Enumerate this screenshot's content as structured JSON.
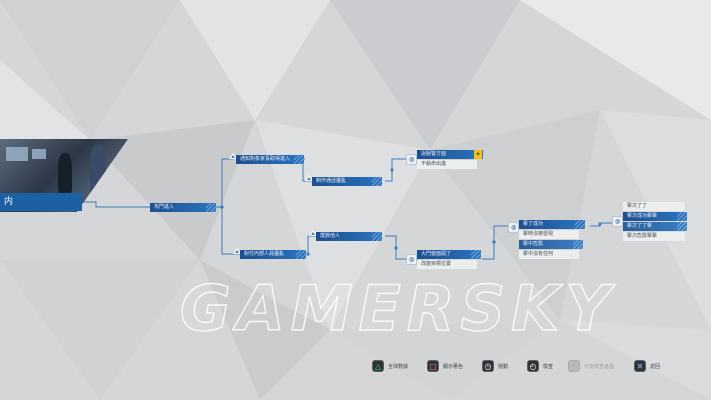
{
  "scene": {
    "title": "内"
  },
  "nodes": {
    "root": "攻門進入",
    "upper_1": "通知對象家長取得進入",
    "upper_2": "制作通話擾亂",
    "lower_1": "對付內部人員擾亂",
    "lower_2": "撲救他人",
    "right_top_1": "說服警方面",
    "right_top_2": "不執命出進",
    "right_mid_1": "大門窗面開了",
    "right_mid_2": "改變目標位置",
    "branch_1": "擊了成功",
    "branch_2": "擊時沒被發現",
    "branch_3": "擊中危險",
    "branch_4": "擊中沒有任何",
    "final_1": "擊次了了",
    "final_2": "擊次成功擊擊",
    "final_3": "擊次了了擊",
    "final_4": "擊次危險擊擊"
  },
  "controls": [
    {
      "icon": "triangle-icon",
      "symbol": "△",
      "label": "全球數據"
    },
    {
      "icon": "square-icon",
      "symbol": "□",
      "label": "顯示著色"
    },
    {
      "icon": "clock-icon",
      "symbol": "◷",
      "label": "撥動"
    },
    {
      "icon": "rewind-icon",
      "symbol": "◴",
      "label": "檢查"
    },
    {
      "icon": "checkpoint-icon",
      "symbol": "",
      "label": "不能檢查進程"
    },
    {
      "icon": "cross-icon",
      "symbol": "✕",
      "label": "返回"
    }
  ],
  "watermark": "GAMERSKY"
}
